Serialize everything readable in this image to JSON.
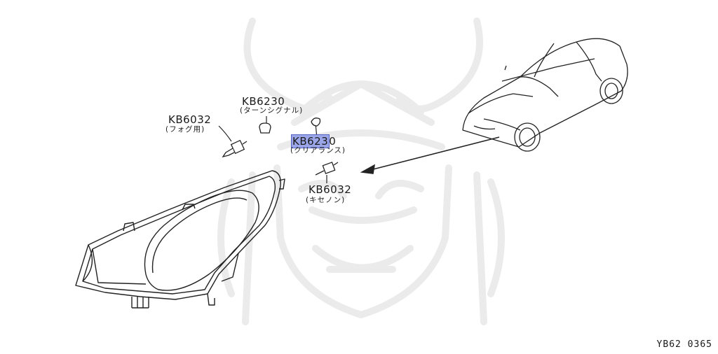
{
  "parts": [
    {
      "id": "turn_signal",
      "code": "KB6230",
      "name": "(ターンシグナル)",
      "highlighted": false
    },
    {
      "id": "fog",
      "code": "KB6032",
      "name": "(フォグ用)",
      "highlighted": false
    },
    {
      "id": "clearance",
      "code_highlight": "KB623",
      "code_rest": "0",
      "name": "(クリアランス)",
      "highlighted": true
    },
    {
      "id": "xenon",
      "code": "KB6032",
      "name": "(キセノン)",
      "highlighted": false
    }
  ],
  "diagram_code": "YB62 0365",
  "colors": {
    "line": "#222222",
    "highlight": "#9aa6e8",
    "watermark": "#ececec"
  }
}
